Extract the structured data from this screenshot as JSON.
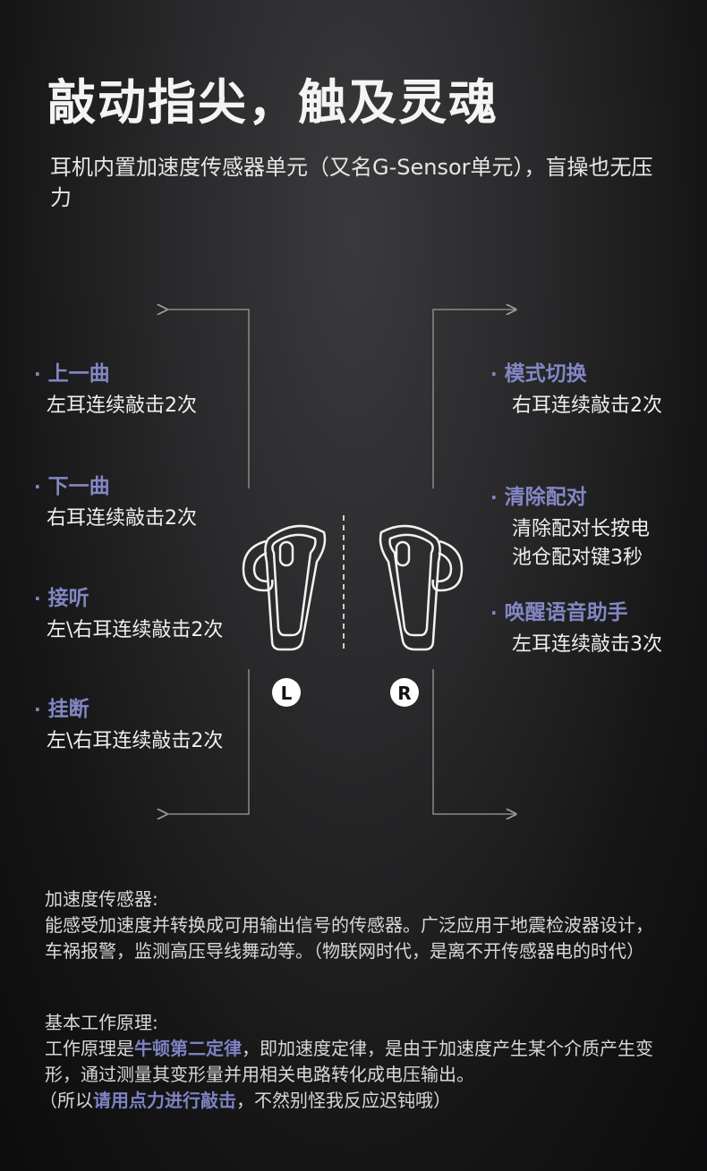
{
  "header": {
    "title": "敲动指尖，触及灵魂",
    "subtitle": "耳机内置加速度传感器单元（又名G-Sensor单元），盲操也无压力"
  },
  "gestures": {
    "left": [
      {
        "name": "上一曲",
        "desc": "左耳连续敲击2次"
      },
      {
        "name": "下一曲",
        "desc": "右耳连续敲击2次"
      },
      {
        "name": "接听",
        "desc": "左\\右耳连续敲击2次"
      },
      {
        "name": "挂断",
        "desc": "左\\右耳连续敲击2次"
      }
    ],
    "right": [
      {
        "name": "模式切换",
        "desc": "右耳连续敲击2次"
      },
      {
        "name": "清除配对",
        "desc": "清除配对长按电",
        "desc2": "池仓配对键3秒"
      },
      {
        "name": "唤醒语音助手",
        "desc": "左耳连续敲击3次"
      }
    ]
  },
  "earbuds": {
    "left_label": "L",
    "right_label": "R"
  },
  "bullet": "·",
  "info": {
    "sensor_title": "加速度传感器:",
    "sensor_text": "能感受加速度并转换成可用输出信号的传感器。广泛应用于地震检波器设计， 车祸报警，监测高压导线舞动等。（物联网时代，是离不开传感器电的时代）",
    "principle_title": "基本工作原理:",
    "principle_prefix": "工作原理是",
    "principle_highlight": "牛顿第二定律",
    "principle_suffix": "，即加速度定律，是由于加速度产生某个介质产生变形，通过测量其变形量并用相关电路转化成电压输出。",
    "note_prefix": "（所以",
    "note_highlight": "请用点力进行敲击",
    "note_suffix": "，不然别怪我反应迟钝哦）"
  },
  "colors": {
    "accent": "#8287c4",
    "line": "#8a8a8a"
  }
}
